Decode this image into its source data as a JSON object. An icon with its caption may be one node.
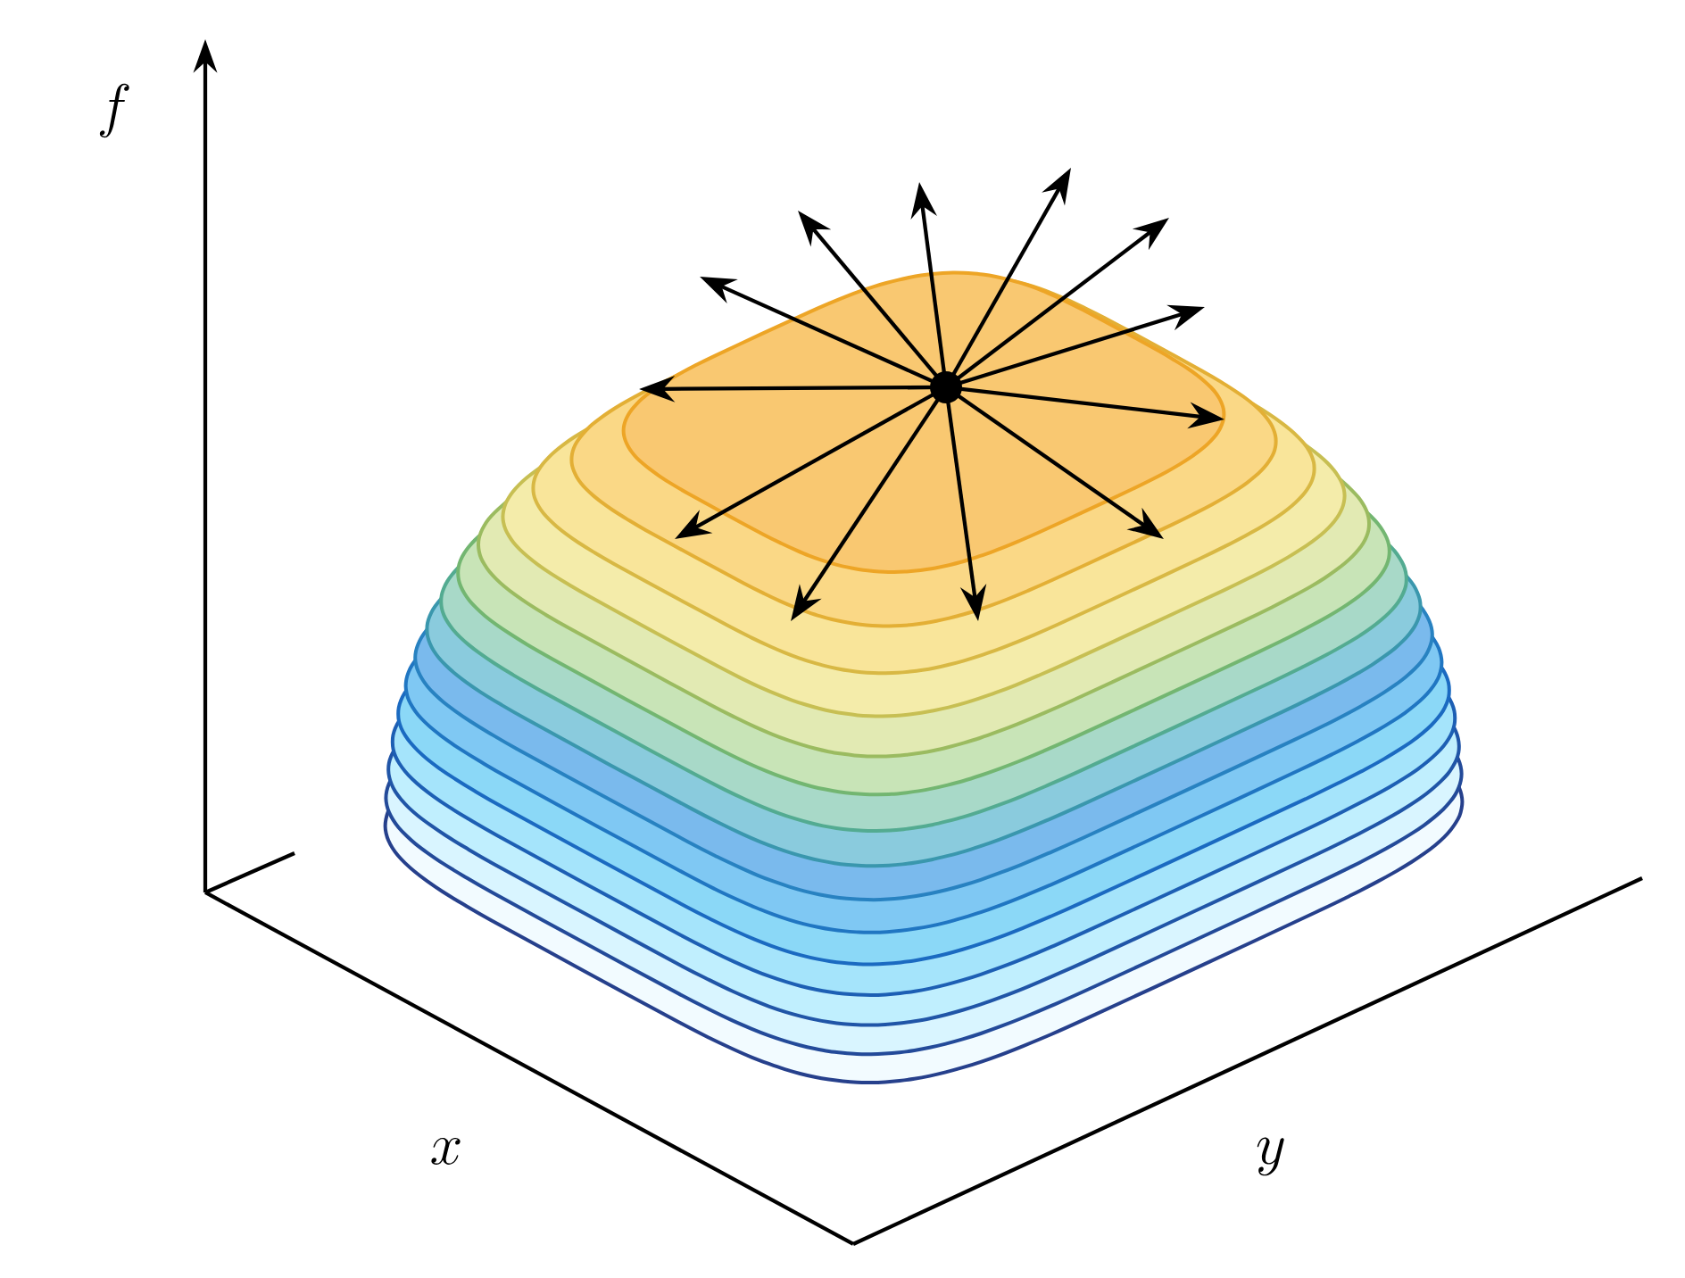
{
  "diagram": {
    "labels": [
      "f",
      "x",
      "y"
    ]
  }
}
